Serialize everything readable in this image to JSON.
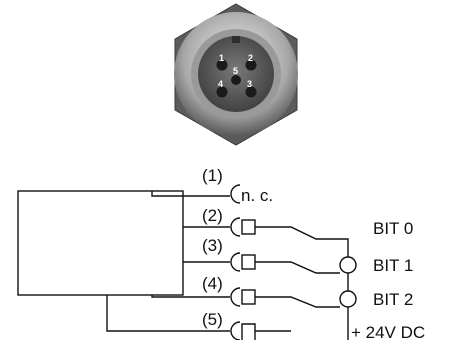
{
  "connector": {
    "pin_numbers": [
      "1",
      "2",
      "5",
      "4",
      "3"
    ]
  },
  "wiring": {
    "pin_labels": [
      "(1)",
      "(2)",
      "(3)",
      "(4)",
      "(5)"
    ],
    "nc_label": "n. c.",
    "signals": [
      "BIT 0",
      "BIT 1",
      "BIT 2",
      "+ 24V DC"
    ]
  }
}
